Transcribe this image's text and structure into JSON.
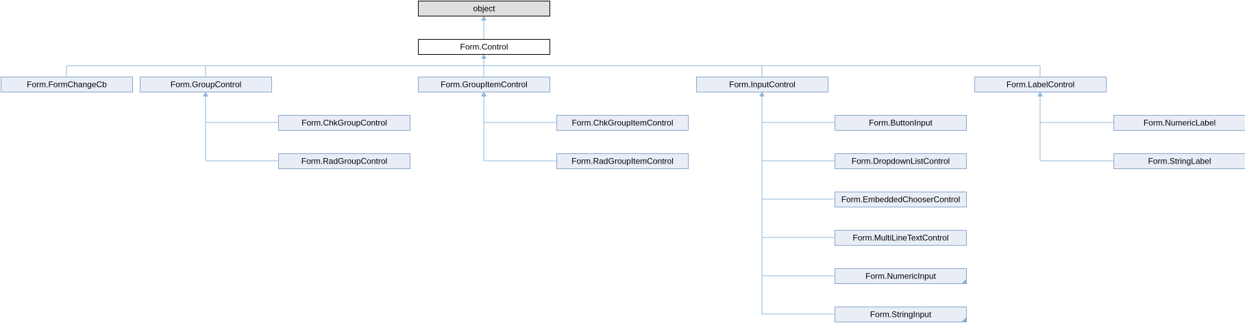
{
  "colors": {
    "node_fill": "#e8edf6",
    "node_border": "#8aa6cd",
    "root_fill": "#dedede",
    "root_border": "#000000",
    "focus_fill": "#ffffff",
    "focus_border": "#000000",
    "edge": "#8bb9e0",
    "text": "#000000"
  },
  "nodes": [
    {
      "id": "object",
      "label": "object",
      "style": "root",
      "parent": null
    },
    {
      "id": "control",
      "label": "Form.Control",
      "style": "focus",
      "parent": "object"
    },
    {
      "id": "formchangecb",
      "label": "Form.FormChangeCb",
      "style": "normal",
      "parent": "control"
    },
    {
      "id": "groupcontrol",
      "label": "Form.GroupControl",
      "style": "normal",
      "parent": "control"
    },
    {
      "id": "groupitemcontrol",
      "label": "Form.GroupItemControl",
      "style": "normal",
      "parent": "control"
    },
    {
      "id": "inputcontrol",
      "label": "Form.InputControl",
      "style": "normal",
      "parent": "control"
    },
    {
      "id": "labelcontrol",
      "label": "Form.LabelControl",
      "style": "normal",
      "parent": "control"
    },
    {
      "id": "chkgroupcontrol",
      "label": "Form.ChkGroupControl",
      "style": "normal",
      "parent": "groupcontrol"
    },
    {
      "id": "radgroupcontrol",
      "label": "Form.RadGroupControl",
      "style": "normal",
      "parent": "groupcontrol"
    },
    {
      "id": "chkgroupitemcontrol",
      "label": "Form.ChkGroupItemControl",
      "style": "normal",
      "parent": "groupitemcontrol"
    },
    {
      "id": "radgroupitemcontrol",
      "label": "Form.RadGroupItemControl",
      "style": "normal",
      "parent": "groupitemcontrol"
    },
    {
      "id": "buttoninput",
      "label": "Form.ButtonInput",
      "style": "normal",
      "parent": "inputcontrol"
    },
    {
      "id": "dropdownlistcontrol",
      "label": "Form.DropdownListControl",
      "style": "normal",
      "parent": "inputcontrol"
    },
    {
      "id": "embeddedchoosercontrol",
      "label": "Form.EmbeddedChooserControl",
      "style": "normal",
      "parent": "inputcontrol"
    },
    {
      "id": "multilinetextcontrol",
      "label": "Form.MultiLineTextControl",
      "style": "normal",
      "parent": "inputcontrol"
    },
    {
      "id": "numericinput",
      "label": "Form.NumericInput",
      "style": "normal",
      "parent": "inputcontrol",
      "has_more": true
    },
    {
      "id": "stringinput",
      "label": "Form.StringInput",
      "style": "normal",
      "parent": "inputcontrol",
      "has_more": true
    },
    {
      "id": "numericlabel",
      "label": "Form.NumericLabel",
      "style": "normal",
      "parent": "labelcontrol"
    },
    {
      "id": "stringlabel",
      "label": "Form.StringLabel",
      "style": "normal",
      "parent": "labelcontrol"
    }
  ]
}
